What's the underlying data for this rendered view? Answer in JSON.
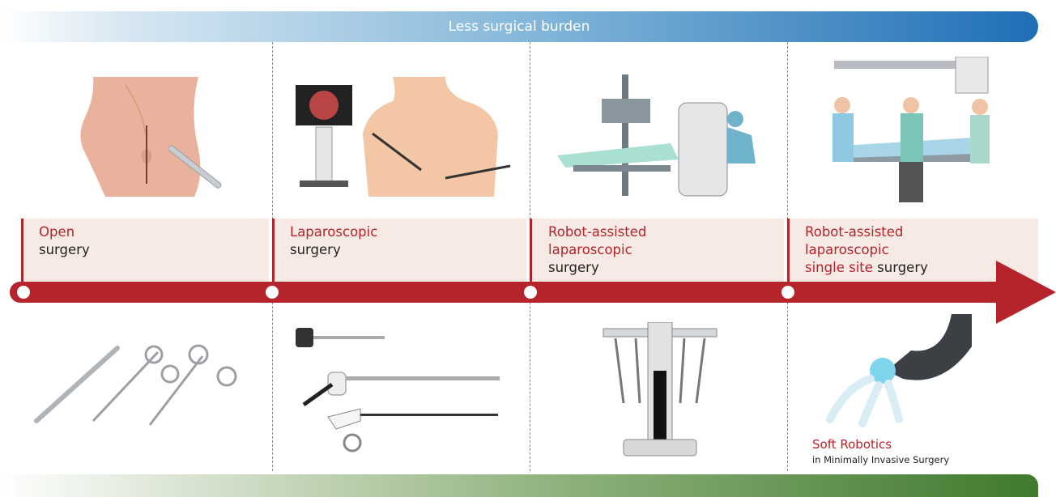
{
  "top_banner": {
    "text": "Less surgical burden"
  },
  "stages": [
    {
      "line1_red": "Open",
      "line2_red": "",
      "line3_red": "",
      "tail": "surgery"
    },
    {
      "line1_red": "Laparoscopic",
      "line2_red": "",
      "line3_red": "",
      "tail": "surgery"
    },
    {
      "line1_red": "Robot-assisted",
      "line2_red": "laparoscopic",
      "line3_red": "",
      "tail": "surgery"
    },
    {
      "line1_red": "Robot-assisted",
      "line2_red": "laparoscopic",
      "line3_red": "single site",
      "tail": "surgery"
    }
  ],
  "soft_robotics": {
    "title": "Soft Robotics",
    "subtitle": "in Minimally Invasive Surgery"
  },
  "colors": {
    "accent_red": "#b5232b",
    "band_pink": "#f7e9e4",
    "banner_blue": "#1f6fb6",
    "banner_green": "#3f7a2e"
  },
  "icons": [
    "abdomen-incision-icon",
    "laparoscopy-tower-icon",
    "robotic-surgery-team-icon",
    "multi-arm-robot-operating-room-icon",
    "scalpel-scissors-forceps-icon",
    "laparoscopic-instruments-icon",
    "patient-side-cart-icon",
    "soft-robotic-gripper-icon"
  ]
}
